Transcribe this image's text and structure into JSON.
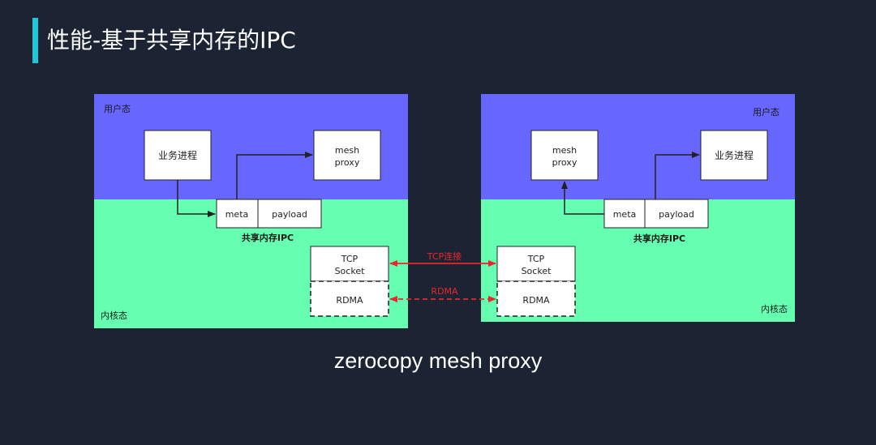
{
  "title": "性能-基于共享内存的IPC",
  "caption": "zerocopy mesh proxy",
  "colors": {
    "background": "#1c2433",
    "title_accent": "#22c5d8",
    "user_space": "#6766ff",
    "kernel_space": "#66ffb2",
    "arrow_red": "#e8262b"
  },
  "left_host": {
    "user_space_label": "用户态",
    "kernel_space_label": "内核态",
    "business_process": "业务进程",
    "mesh_proxy_line1": "mesh",
    "mesh_proxy_line2": "proxy",
    "meta": "meta",
    "payload": "payload",
    "shm_ipc_label": "共享内存IPC",
    "tcp_socket_line1": "TCP",
    "tcp_socket_line2": "Socket",
    "rdma": "RDMA"
  },
  "right_host": {
    "user_space_label": "用户态",
    "kernel_space_label": "内核态",
    "business_process": "业务进程",
    "mesh_proxy_line1": "mesh",
    "mesh_proxy_line2": "proxy",
    "meta": "meta",
    "payload": "payload",
    "shm_ipc_label": "共享内存IPC",
    "tcp_socket_line1": "TCP",
    "tcp_socket_line2": "Socket",
    "rdma": "RDMA"
  },
  "links": {
    "tcp_label": "TCP连接",
    "rdma_label": "RDMA"
  }
}
